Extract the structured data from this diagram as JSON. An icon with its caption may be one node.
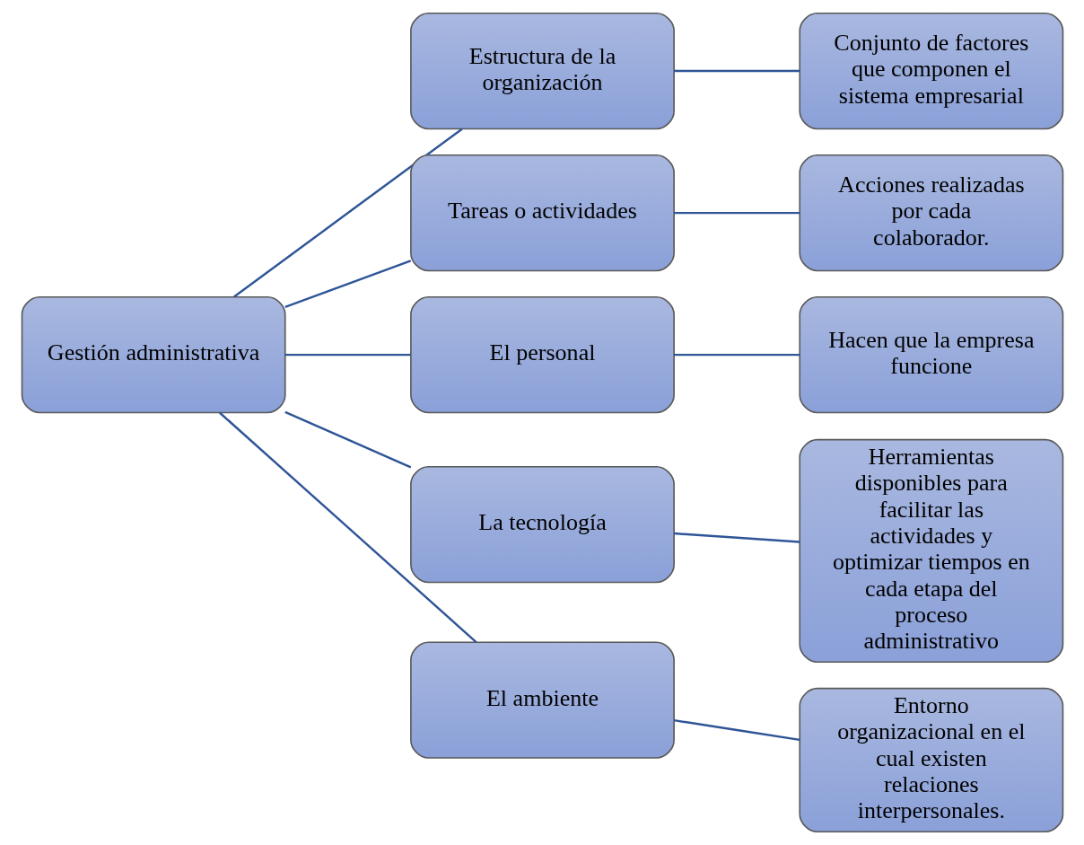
{
  "diagram": {
    "nodes": [
      {
        "text": [
          "Gestión administrativa"
        ]
      },
      {
        "text": [
          "Estructura de la organización"
        ]
      },
      {
        "text": [
          "Tareas o actividades"
        ]
      },
      {
        "text": [
          "El personal"
        ]
      },
      {
        "text": [
          "La tecnología"
        ]
      },
      {
        "text": [
          "El ambiente"
        ]
      },
      {
        "text": [
          "Conjunto de factores que componen el sistema empresarial"
        ]
      },
      {
        "text": [
          "Acciones realizadas por cada colaborador."
        ]
      },
      {
        "text": [
          "Hacen que la empresa funcione"
        ]
      },
      {
        "text": [
          "Herramientas disponibles para facilitar las actividades y optimizar tiempos en cada etapa del proceso administrativo"
        ]
      },
      {
        "text": [
          "Entorno organizacional en el cual existen relaciones interpersonales."
        ]
      }
    ],
    "edges": [
      {
        "from": 0,
        "to": 1,
        "arrow": "none"
      },
      {
        "from": 0,
        "to": 2,
        "arrow": "none"
      },
      {
        "from": 0,
        "to": 3,
        "arrow": "none"
      },
      {
        "from": 0,
        "to": 4,
        "arrow": "none"
      },
      {
        "from": 0,
        "to": 5,
        "arrow": "none"
      },
      {
        "from": 1,
        "to": 6,
        "arrow": "none"
      },
      {
        "from": 2,
        "to": 7,
        "arrow": "none"
      },
      {
        "from": 3,
        "to": 8,
        "arrow": "none"
      },
      {
        "from": 4,
        "to": 9,
        "arrow": "none"
      },
      {
        "from": 5,
        "to": 10,
        "arrow": "none"
      }
    ]
  }
}
